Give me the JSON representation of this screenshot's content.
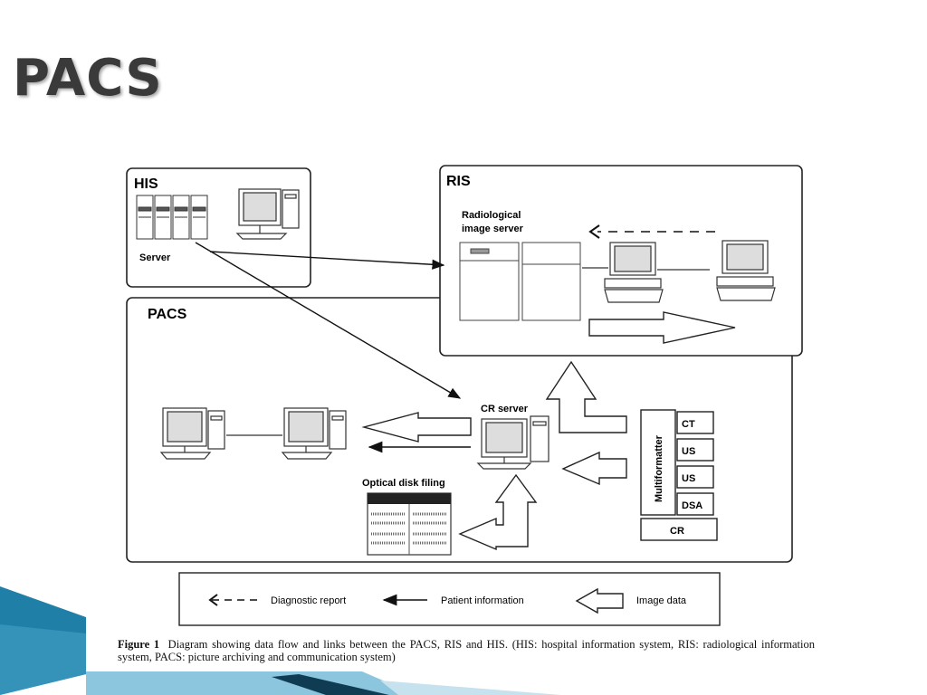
{
  "slide": {
    "title": "PACS"
  },
  "diagram": {
    "his": {
      "title": "HIS",
      "server_label": "Server"
    },
    "ris": {
      "title": "RIS",
      "server_label_line1": "Radiological",
      "server_label_line2": "image server"
    },
    "pacs": {
      "title": "PACS",
      "cr_server_label": "CR server",
      "optical_label": "Optical disk filing"
    },
    "multiformatter": {
      "label": "Multiformatter",
      "modalities": [
        "CT",
        "US",
        "US",
        "DSA"
      ],
      "cr": "CR"
    },
    "legend": {
      "diagnostic_report": "Diagnostic report",
      "patient_information": "Patient information",
      "image_data": "Image data"
    }
  },
  "caption": {
    "figure_label": "Figure 1",
    "text": "Diagram showing data flow and links between the PACS, RIS and HIS. (HIS: hospital information system, RIS: radiological information system, PACS: picture archiving and communication system)"
  },
  "colors": {
    "accent_teal": "#1f7fa6",
    "accent_dark": "#0f3c52",
    "accent_light": "#8cc6de"
  }
}
